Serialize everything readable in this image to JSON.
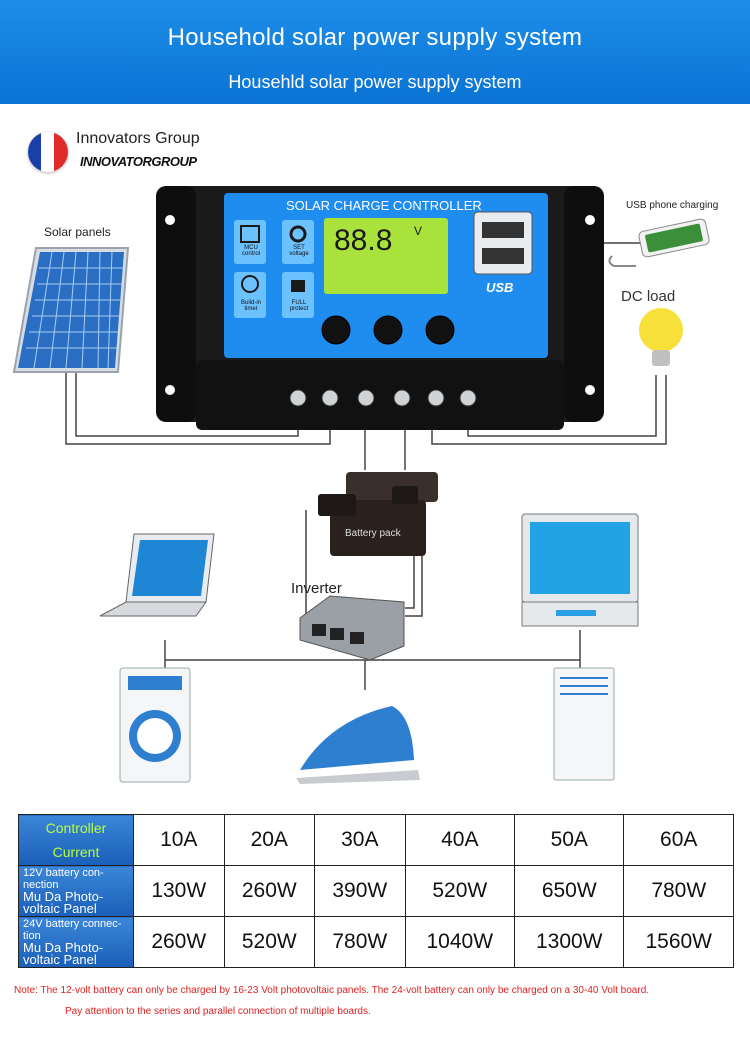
{
  "header": {
    "title": "Household solar power supply system",
    "subtitle": "Househld solar power supply system"
  },
  "brand": {
    "name": "Innovators Group",
    "logo_text": "INNOVATORGROUP"
  },
  "controller": {
    "title": "SOLAR CHARGE CONTROLLER",
    "display_value": "88.8",
    "display_unit": "V",
    "usb_label": "USB",
    "buttons": [
      {
        "label": "MCU control"
      },
      {
        "label": "SET voltage"
      },
      {
        "label": "Build-in timer"
      },
      {
        "label": "FULL protect"
      }
    ]
  },
  "labels": {
    "solar_panels": "Solar panels",
    "usb_charging": "USB phone charging",
    "dc_load": "DC load",
    "battery_pack": "Battery pack",
    "inverter": "Inverter"
  },
  "spec_table": {
    "header_label_top": "Controller",
    "header_label_bottom": "Current",
    "currents": [
      "10A",
      "20A",
      "30A",
      "40A",
      "50A",
      "60A"
    ],
    "rows": [
      {
        "label_top": "12V battery con-nection",
        "label_bottom": "Mu Da Photo-voltaic Panel",
        "values": [
          "130W",
          "260W",
          "390W",
          "520W",
          "650W",
          "780W"
        ]
      },
      {
        "label_top": "24V battery connec-tion",
        "label_bottom": "Mu Da Photo-voltaic Panel",
        "values": [
          "260W",
          "520W",
          "780W",
          "1040W",
          "1300W",
          "1560W"
        ]
      }
    ]
  },
  "notes": {
    "line1": "Note: The 12-volt battery can only be charged by 16-23 Volt photovoltaic panels. The 24-volt battery can only be charged on a 30-40 Volt board.",
    "line2": "Pay attention to the series and parallel connection of multiple boards."
  },
  "colors": {
    "header_blue": "#0a73d4",
    "controller_panel": "#1f8cf0",
    "lcd_green": "#a8e23a",
    "table_header": "#1a5fb8",
    "note_red": "#e02020"
  }
}
